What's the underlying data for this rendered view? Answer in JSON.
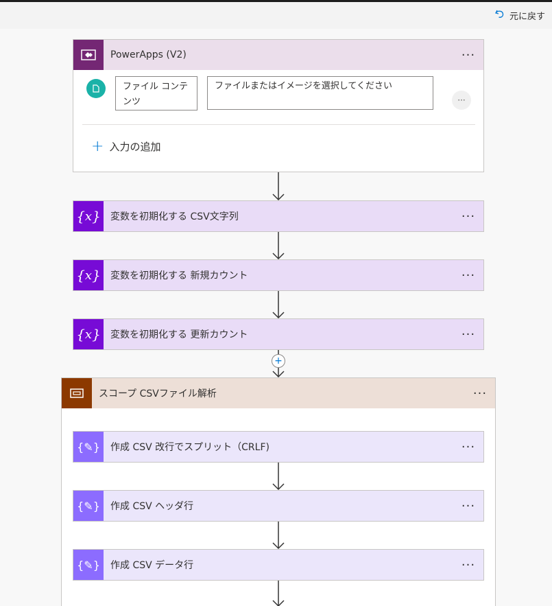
{
  "toolbar": {
    "undo_label": "元に戻す"
  },
  "trigger": {
    "title": "PowerApps (V2)",
    "more": "···",
    "field_label": "ファイル コンテンツ",
    "field_placeholder": "ファイルまたはイメージを選択してください",
    "options": "···",
    "add_input": "入力の追加",
    "add_plus": "+"
  },
  "steps": [
    {
      "title": "変数を初期化する CSV文字列",
      "icon": "x",
      "more": "···"
    },
    {
      "title": "変数を初期化する 新規カウント",
      "icon": "x",
      "more": "···"
    },
    {
      "title": "変数を初期化する 更新カウント",
      "icon": "x",
      "more": "···"
    }
  ],
  "insert_step": "+",
  "scope": {
    "title": "スコープ CSVファイル解析",
    "more": "···",
    "steps": [
      {
        "title": "作成 CSV 改行でスプリット（CRLF)",
        "icon": "{✎}",
        "more": "···"
      },
      {
        "title": "作成 CSV ヘッダ行",
        "icon": "{✎}",
        "more": "···"
      },
      {
        "title": "作成 CSV データ行",
        "icon": "{✎}",
        "more": "···"
      }
    ]
  },
  "colors": {
    "trigger_header": "#ebdeeb",
    "variable_header": "#e9dcf7",
    "scope_header": "#eddfd7",
    "compose_header": "#ebe6fb"
  }
}
